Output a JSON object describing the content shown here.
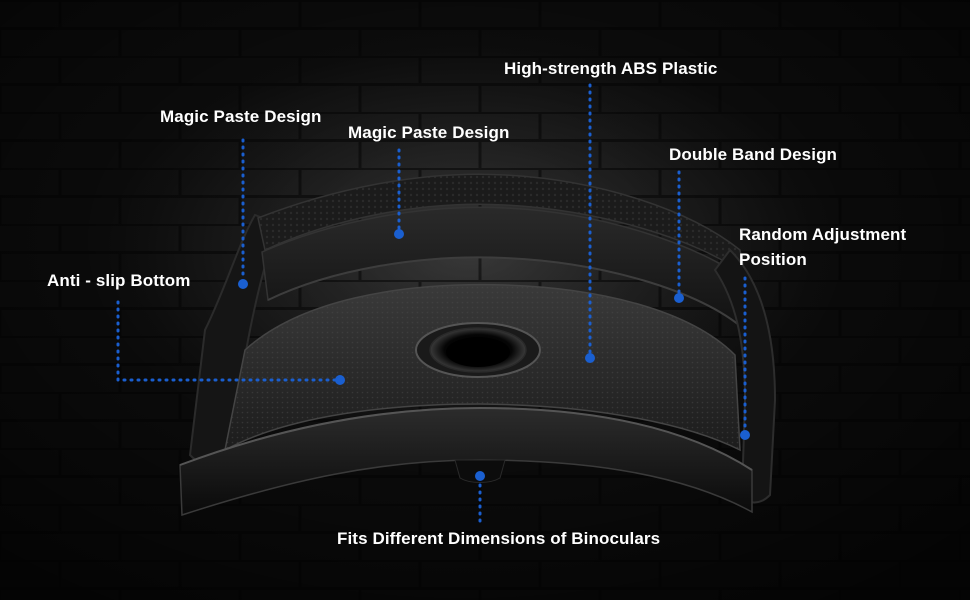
{
  "callouts": {
    "magic_paste_left": "Magic Paste Design",
    "magic_paste_center": "Magic Paste Design",
    "abs_plastic": "High-strength ABS Plastic",
    "double_band": "Double Band Design",
    "random_adjustment": "Random Adjustment Position",
    "anti_slip": "Anti - slip Bottom",
    "fits_binoculars": "Fits Different Dimensions of Binoculars"
  },
  "colors": {
    "accent_dots": "#1a5fd0",
    "label_text": "#ffffff",
    "background": "#121212"
  }
}
